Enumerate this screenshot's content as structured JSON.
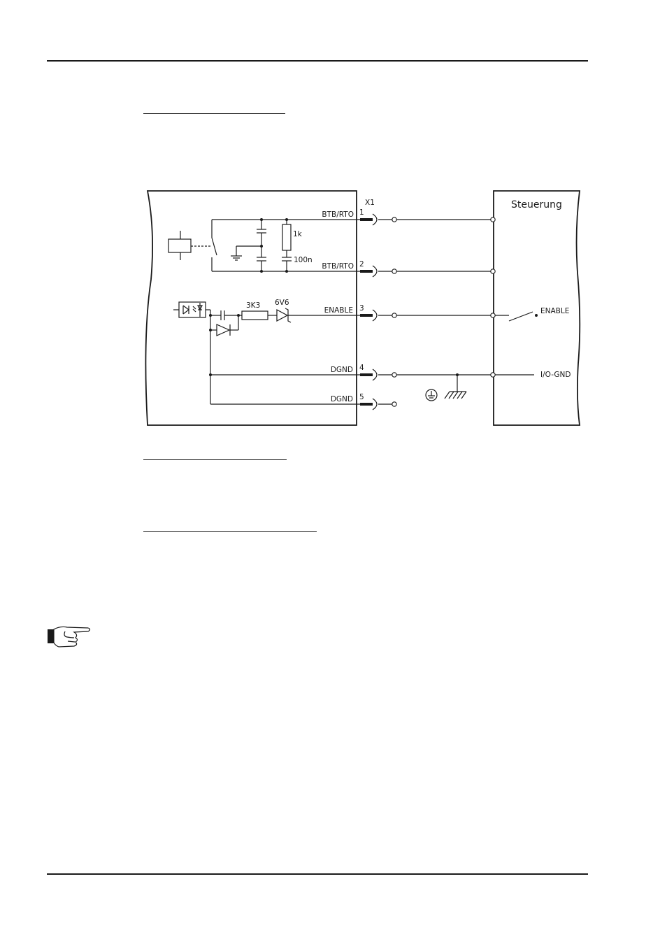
{
  "diagram": {
    "connector": "X1",
    "controller_label": "Steuerung",
    "pins": [
      {
        "number": "1",
        "signal": "BTB/RTO"
      },
      {
        "number": "2",
        "signal": "BTB/RTO"
      },
      {
        "number": "3",
        "signal": "ENABLE"
      },
      {
        "number": "4",
        "signal": "DGND"
      },
      {
        "number": "5",
        "signal": "DGND"
      }
    ],
    "components": {
      "resistor_1k": "1k",
      "capacitor_100n": "100n",
      "resistor_3k3": "3K3",
      "zener_6v6": "6V6"
    },
    "controller_signals": {
      "enable": "ENABLE",
      "io_gnd": "I/O-GND"
    }
  },
  "icons": {
    "note": "pointing-hand-icon"
  }
}
